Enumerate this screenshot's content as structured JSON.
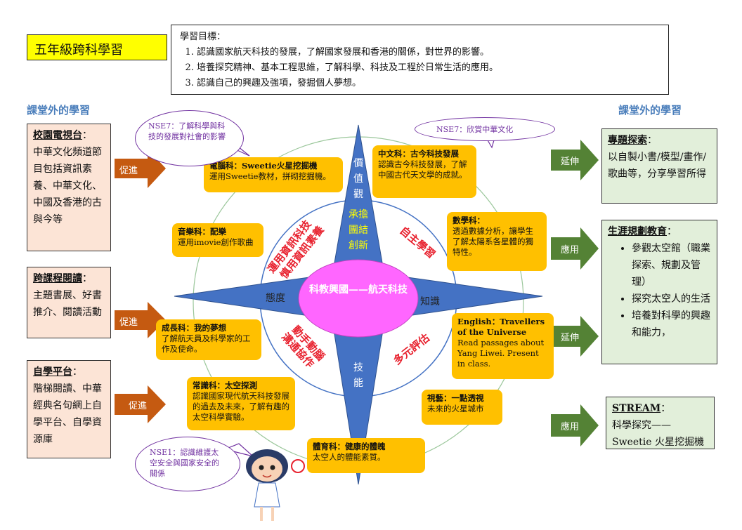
{
  "title": "五年級跨科學習",
  "goals": {
    "heading": "學習目標：",
    "items": [
      "認識國家航天科技的發展，了解國家發展和香港的關係，對世界的影響。",
      "培養探究精神、基本工程思維，了解科學、科技及工程於日常生活的應用。",
      "認識自己的興趣及強項，發掘個人夢想。"
    ]
  },
  "outside_left_heading": "課堂外的學習",
  "outside_right_heading": "課堂外的學習",
  "left_boxes": [
    {
      "title": "校園電視台",
      "suffix": "：",
      "body": "中華文化頻道節目包括資訊素養、中華文化、中國及香港的古與今等"
    },
    {
      "title": "跨課程閱讀",
      "suffix": "：",
      "body": "主題書展、好書推介、閱讀活動"
    },
    {
      "title": "自學平台",
      "suffix": "：",
      "body": "階梯閱讀、中華經典名句網上自學平台、自學資源庫"
    }
  ],
  "left_arrow_label": "促進",
  "right_boxes": [
    {
      "title": "專題探索",
      "suffix": "：",
      "body": "以自製小書/模型/畫作/歌曲等，分享學習所得"
    },
    {
      "title": "生涯規劃教育",
      "suffix": "：",
      "bullets": [
        "參觀太空館（職業探索、規劃及管理）",
        "探究太空人的生活",
        "培養對科學的興趣和能力，"
      ]
    },
    {
      "title": "STREAM",
      "suffix": "：",
      "body": "科學探究——Sweetie 火星挖掘機"
    }
  ],
  "right_arrow_labels": [
    "延伸",
    "應用",
    "延伸",
    "應用"
  ],
  "compass": {
    "center": "科教興國——航天科技",
    "north": "價值觀",
    "south": "技能",
    "west": "態度",
    "east": "知識",
    "north_inner": [
      "承擔",
      "團結",
      "創新"
    ],
    "ring_nw": "運用資訊科技\n慎用資訊素養",
    "ring_ne": "自主學習",
    "ring_sw": "動手動腦\n溝通協作",
    "ring_se": "多元評估"
  },
  "cards": [
    {
      "title": "電腦科：Sweetie火星挖掘機",
      "body": "運用Sweetie教材，拼砌挖掘機。"
    },
    {
      "title": "中文科：古今科技發展",
      "body": "認識古今科技發展，了解中國古代天文學的成就。"
    },
    {
      "title": "音樂科：配樂",
      "body": "運用imovie創作歌曲"
    },
    {
      "title": "數學科：",
      "body": "透過數據分析，讓學生了解太陽系各星體的獨特性。"
    },
    {
      "title": "成長科：我的夢想",
      "body": "了解航天員及科學家的工作及使命。"
    },
    {
      "title": "English：Travellers of the Universe",
      "body": "Read passages about Yang Liwei.  Present in class."
    },
    {
      "title": "常識科：太空探測",
      "body": "認識國家現代航天科技發展的過去及未來，了解有趣的太空科學實驗。"
    },
    {
      "title": "視藝：一點透視",
      "body": "未來的火星城市"
    },
    {
      "title": "體育科：健康的體魄",
      "body": "太空人的體能素質。"
    }
  ],
  "bubbles": [
    "NSE7：了解科學與科技的發展對社會的影響",
    "NSE7：欣賞中華文化",
    "NSE1：認識維護太空安全與國家安全的關係"
  ],
  "colors": {
    "title_bg": "#ffff00",
    "left_box_bg": "#fce4d6",
    "right_box_bg": "#e2efda",
    "card_bg": "#ffc000",
    "compass_blue": "#4472c4",
    "center_pink": "#ff66ff",
    "left_arrow": "#c55a11",
    "right_arrow": "#548235",
    "ring_text": "#e8222f",
    "bubble": "#7030a0",
    "heading_blue": "#4a7ebb"
  }
}
